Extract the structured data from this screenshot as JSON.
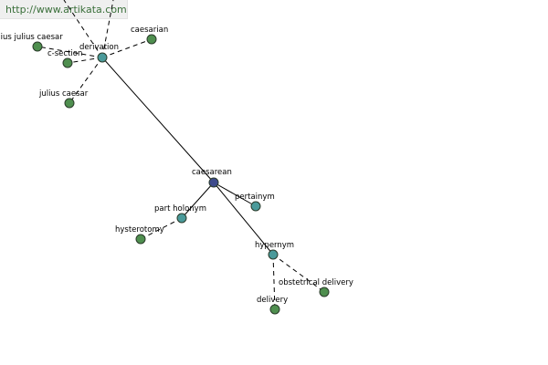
{
  "watermark": "http://www.artikata.com",
  "colors": {
    "root": "#3d4a8c",
    "relation": "#4a9a9a",
    "leaf": "#4f8f4f"
  },
  "nodes": {
    "root": "caesarean",
    "derivation": "derivation",
    "caesarian": "caesarian",
    "gaius_julius_caesar": "gaius julius caesar",
    "c_section": "c-section",
    "julius_caesar": "julius caesar",
    "part_holonym": "part holonym",
    "hysterotomy": "hysterotomy",
    "pertainym": "pertainym",
    "hypernym": "hypernym",
    "obstetrical_delivery": "obstetrical delivery",
    "delivery": "delivery"
  }
}
